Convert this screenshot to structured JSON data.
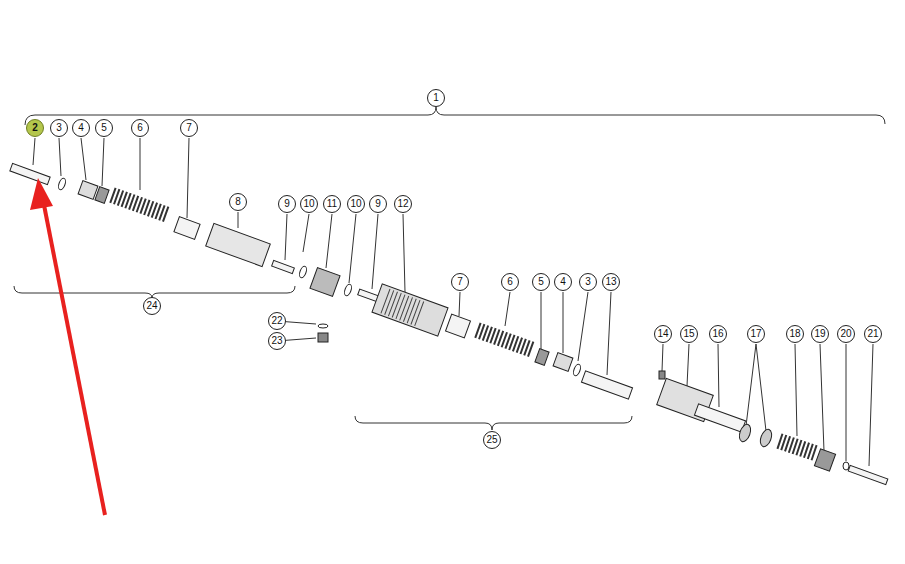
{
  "diagram": {
    "labels": [
      "1",
      "2",
      "3",
      "4",
      "5",
      "6",
      "7",
      "8",
      "9",
      "10",
      "11",
      "10",
      "9",
      "12",
      "24",
      "22",
      "23",
      "7",
      "6",
      "5",
      "4",
      "3",
      "13",
      "14",
      "15",
      "16",
      "17",
      "18",
      "19",
      "20",
      "21",
      "25"
    ]
  }
}
